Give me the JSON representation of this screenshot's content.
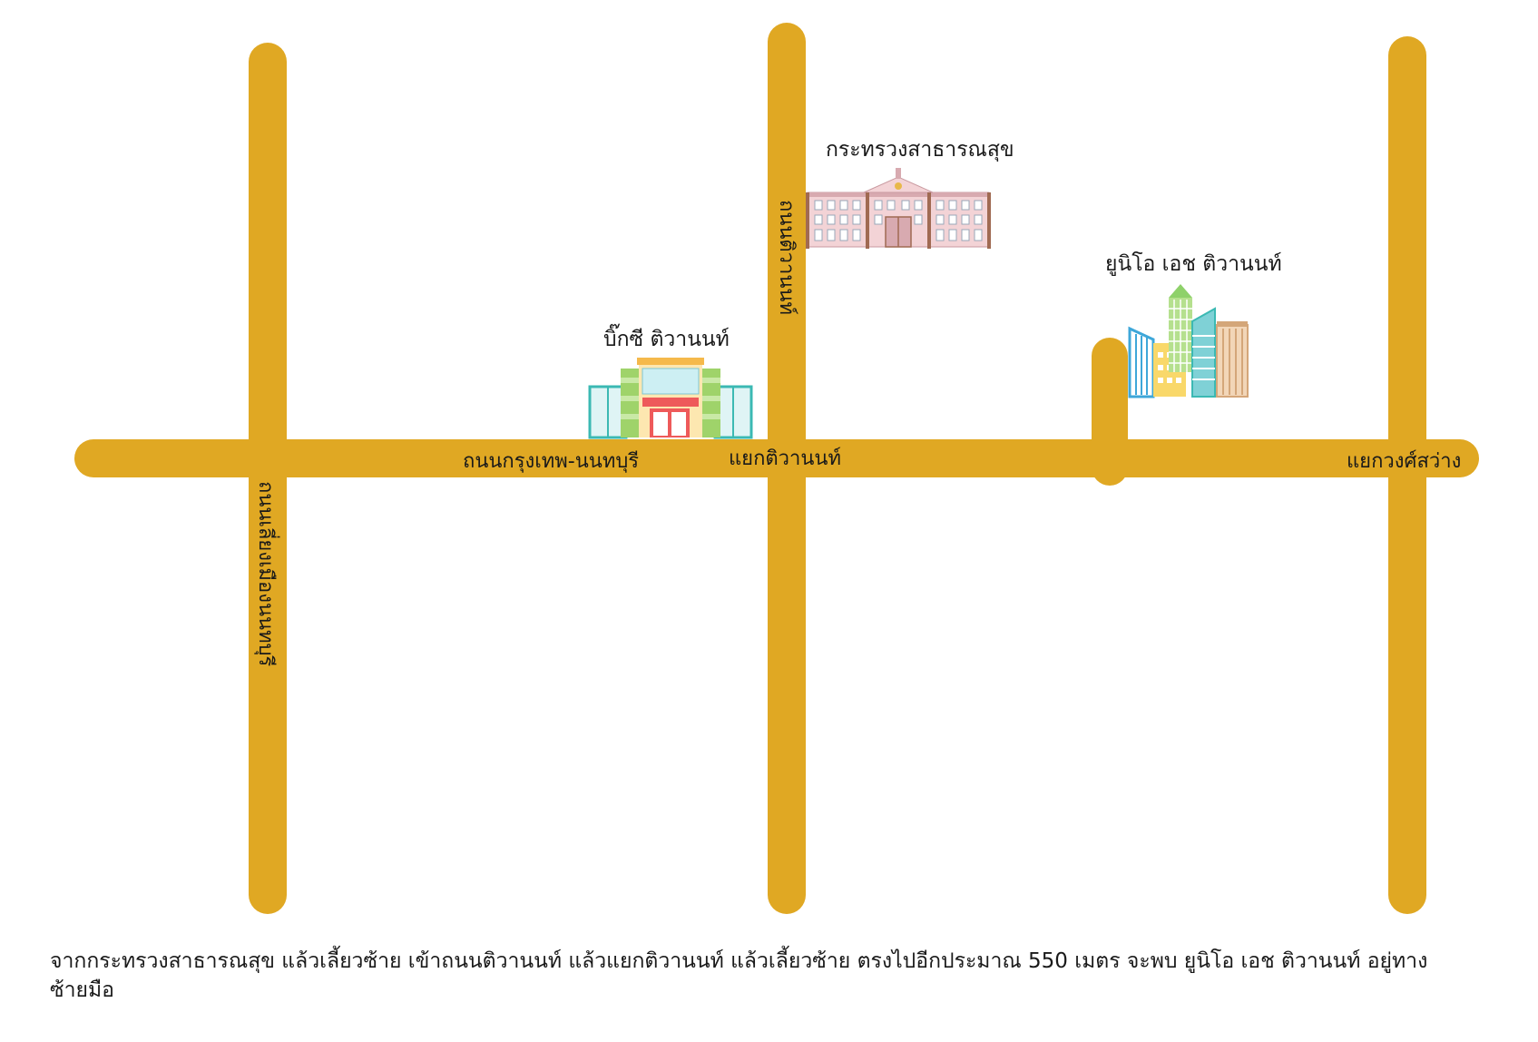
{
  "colors": {
    "road": "#e0a823",
    "background": "#ffffff",
    "text": "#1a1a1a"
  },
  "roads": {
    "main_road_label": "ถนนกรุงเทพ-นนทบุรี",
    "left_road_label": "ถนนเลี่ยงเมืองนนทบุรี",
    "middle_road_label": "ถนนติวานนท์"
  },
  "intersections": {
    "tiwanon": "แยกติวานนท์",
    "khwong_sawang": "แยกวงศ์สว่าง"
  },
  "places": {
    "ministry": {
      "label": "กระทรวงสาธารณสุข",
      "icon": "government-building-icon"
    },
    "bigc": {
      "label": "บิ๊กซี ติวานนท์",
      "icon": "supermarket-icon"
    },
    "unio": {
      "label": "ยูนิโอ เอช ติวานนท์",
      "icon": "city-buildings-icon"
    }
  },
  "directions": {
    "text": "จากกระทรวงสาธารณสุข แล้วเลี้ยวซ้าย เข้าถนนติวานนท์ แล้วแยกติวานนท์ แล้วเลี้ยวซ้าย ตรงไปอีกประมาณ 550 เมตร จะพบ ยูนิโอ เอช ติวานนท์ อยู่ทางซ้ายมือ"
  }
}
